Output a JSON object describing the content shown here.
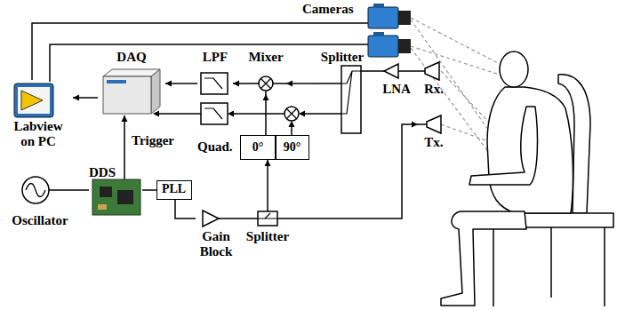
{
  "diagram": {
    "nodes": [
      {
        "text": [
          "Cameras"
        ]
      },
      {
        "text": [
          "Labview on PC"
        ]
      },
      {
        "text": [
          "DAQ"
        ]
      },
      {
        "text": [
          "LPF"
        ]
      },
      {
        "text": [
          "Mixer"
        ]
      },
      {
        "text": [
          "Splitter"
        ]
      },
      {
        "text": [
          "LNA"
        ]
      },
      {
        "text": [
          "Rx."
        ]
      },
      {
        "text": [
          "Tx."
        ]
      },
      {
        "text": [
          "Quad.",
          "0°",
          "90°"
        ]
      },
      {
        "text": [
          "DDS"
        ]
      },
      {
        "text": [
          "PLL"
        ]
      },
      {
        "text": [
          "Oscillator"
        ]
      },
      {
        "text": [
          "Gain Block"
        ]
      },
      {
        "text": [
          "Splitter"
        ]
      }
    ],
    "edges": [
      {
        "from": 1,
        "to": 0,
        "arrow": "none"
      },
      {
        "from": 2,
        "to": 1,
        "arrow": "to"
      },
      {
        "from": 3,
        "to": 2,
        "arrow": "to"
      },
      {
        "from": 4,
        "to": 3,
        "arrow": "to"
      },
      {
        "from": 5,
        "to": 4,
        "arrow": "to"
      },
      {
        "from": 6,
        "to": 5,
        "arrow": "none"
      },
      {
        "from": 7,
        "to": 6,
        "arrow": "none"
      },
      {
        "from": 9,
        "to": 4,
        "arrow": "to"
      },
      {
        "from": 10,
        "to": 2,
        "label": "Trigger",
        "arrow": "to"
      },
      {
        "from": 12,
        "to": 10,
        "arrow": "none"
      },
      {
        "from": 10,
        "to": 11,
        "arrow": "none"
      },
      {
        "from": 11,
        "to": 13,
        "arrow": "none"
      },
      {
        "from": 13,
        "to": 14,
        "arrow": "none"
      },
      {
        "from": 14,
        "to": 9,
        "arrow": "to"
      },
      {
        "from": 14,
        "to": 8,
        "arrow": "to"
      }
    ]
  }
}
